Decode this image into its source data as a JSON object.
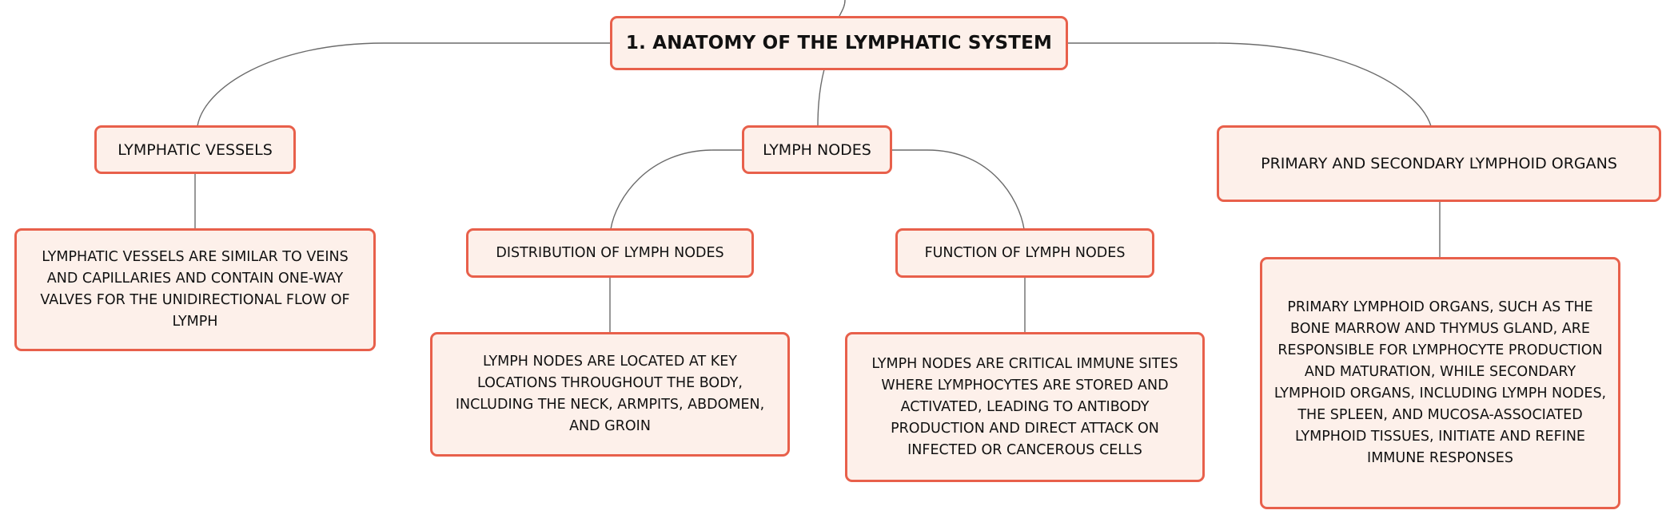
{
  "diagram": {
    "root": {
      "label": "1. ANATOMY OF THE LYMPHATIC SYSTEM"
    },
    "branches": [
      {
        "label": "LYMPHATIC VESSELS",
        "detail": "LYMPHATIC VESSELS ARE SIMILAR TO VEINS AND CAPILLARIES AND CONTAIN ONE-WAY VALVES FOR THE UNIDIRECTIONAL FLOW OF LYMPH"
      },
      {
        "label": "LYMPH NODES",
        "subtopics": [
          {
            "label": "DISTRIBUTION OF LYMPH NODES",
            "detail": "LYMPH NODES ARE LOCATED AT KEY LOCATIONS THROUGHOUT THE BODY, INCLUDING THE NECK, ARMPITS, ABDOMEN, AND GROIN"
          },
          {
            "label": "FUNCTION OF LYMPH NODES",
            "detail": "LYMPH NODES ARE CRITICAL IMMUNE SITES WHERE LYMPHOCYTES ARE STORED AND ACTIVATED, LEADING TO ANTIBODY PRODUCTION AND DIRECT ATTACK ON INFECTED OR CANCEROUS CELLS"
          }
        ]
      },
      {
        "label": "PRIMARY AND SECONDARY LYMPHOID ORGANS",
        "detail": "PRIMARY LYMPHOID ORGANS, SUCH AS THE BONE MARROW AND THYMUS GLAND, ARE RESPONSIBLE FOR LYMPHOCYTE PRODUCTION AND MATURATION, WHILE SECONDARY LYMPHOID ORGANS, INCLUDING LYMPH NODES, THE SPLEEN, AND MUCOSA-ASSOCIATED LYMPHOID TISSUES, INITIATE AND REFINE IMMUNE RESPONSES"
      }
    ],
    "colors": {
      "node_border": "#e8604b",
      "node_fill": "#fdf0ea",
      "connector": "#6b6b6b"
    }
  }
}
